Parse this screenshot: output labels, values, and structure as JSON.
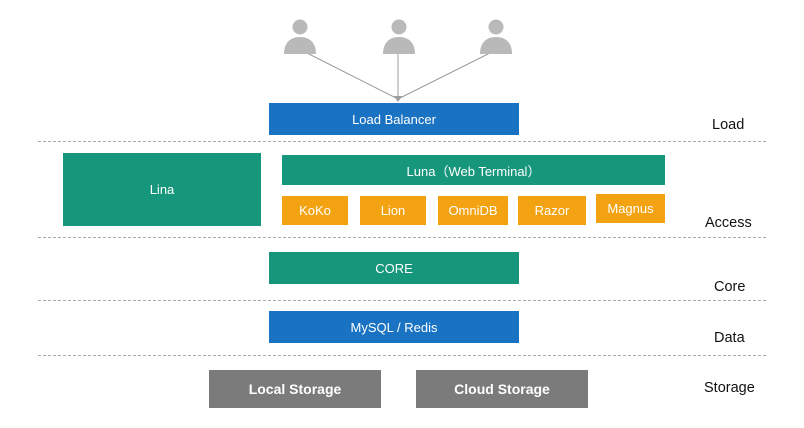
{
  "diagram": {
    "users": [
      {
        "icon": "user-icon"
      },
      {
        "icon": "user-icon"
      },
      {
        "icon": "user-icon"
      }
    ],
    "load_balancer": "Load Balancer",
    "lina": "Lina",
    "luna": "Luna（Web Terminal）",
    "components": [
      "KoKo",
      "Lion",
      "OmniDB",
      "Razor",
      "Magnus"
    ],
    "core": "CORE",
    "data_store": "MySQL / Redis",
    "storage": [
      "Local Storage",
      "Cloud Storage"
    ],
    "layers": [
      "Load",
      "Access",
      "Core",
      "Data",
      "Storage"
    ],
    "colors": {
      "blue": "#1a73c2",
      "green": "#16967a",
      "orange": "#f3a212",
      "gray": "#7b7b7b",
      "user": "#b9b9b9"
    }
  }
}
